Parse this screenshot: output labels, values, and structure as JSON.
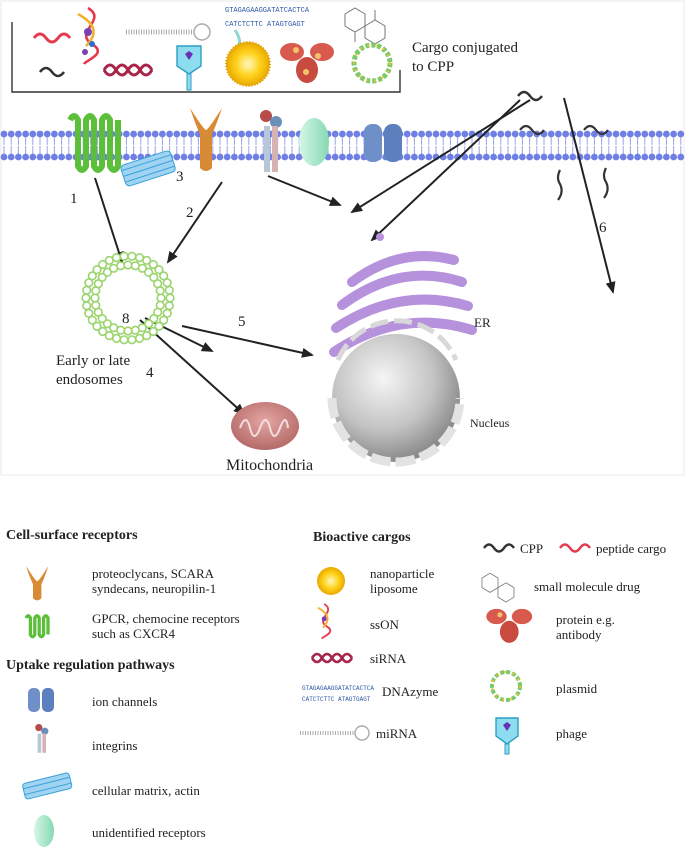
{
  "diagram": {
    "cargo_box_label": "Cargo conjugated\nto CPP",
    "dna_seq_top": "GTAGAGAAGGATATCACTCA",
    "dna_seq_bottom": "CATCTCTTC ATAGTGAGT",
    "route_numbers": [
      "1",
      "2",
      "3",
      "4",
      "5",
      "6",
      "8"
    ],
    "endosome_label": "Early or late\nendosomes",
    "mitochondria_label": "Mitochondria",
    "er_label": "ER",
    "nucleus_label": "Nucleus"
  },
  "legend": {
    "receptors": {
      "heading": "Cell-surface receptors",
      "items": [
        {
          "icon": "y-receptor-icon",
          "text": "proteoclycans, SCARA\nsyndecans, neuropilin-1"
        },
        {
          "icon": "gpcr-icon",
          "text": "GPCR, chemocine receptors\nsuch as CXCR4"
        }
      ]
    },
    "pathways": {
      "heading": "Uptake regulation pathways",
      "items": [
        {
          "icon": "ion-channel-icon",
          "text": "ion channels"
        },
        {
          "icon": "integrin-icon",
          "text": "integrins"
        },
        {
          "icon": "actin-matrix-icon",
          "text": "cellular matrix, actin"
        },
        {
          "icon": "unidentified-receptor-icon",
          "text": "unidentified receptors"
        }
      ]
    },
    "cargos": {
      "heading": "Bioactive cargos",
      "items": [
        {
          "icon": "liposome-icon",
          "text": "nanoparticle\nliposome"
        },
        {
          "icon": "ssdna-icon",
          "text": "ssON"
        },
        {
          "icon": "sirna-icon",
          "text": "siRNA"
        },
        {
          "icon": "dnazyme-icon",
          "text": "DNAzyme"
        },
        {
          "icon": "mirna-icon",
          "text": "miRNA"
        }
      ]
    },
    "right": {
      "cpp": "CPP",
      "peptide": "peptide cargo",
      "items": [
        {
          "icon": "small-molecule-icon",
          "text": "small molecule drug"
        },
        {
          "icon": "antibody-icon",
          "text": "protein e.g.\nantibody"
        },
        {
          "icon": "plasmid-icon",
          "text": "plasmid"
        },
        {
          "icon": "phage-icon",
          "text": "phage"
        }
      ]
    }
  },
  "colors": {
    "membrane": "#6f7fe3",
    "gpcr": "#5cbf3a",
    "receptor_y": "#d98a34",
    "ion_channel": "#6f8fc8",
    "endosome": "#9ad46c",
    "er": "#b691dc",
    "nucleus": "#c9c9c9",
    "mitochondria": "#cf8886",
    "peptide": "#e6394d",
    "sirna": "#a8264a",
    "phage": "#60c8e0",
    "liposome": "#f3c21c",
    "actin": "#3aa0d8",
    "unidentified": "#a8e6c8"
  }
}
